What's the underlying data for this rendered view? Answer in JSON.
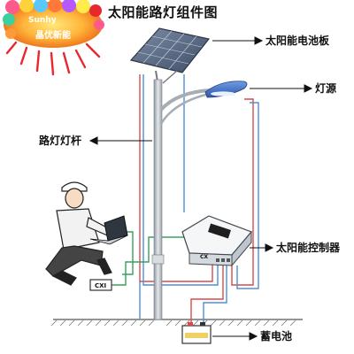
{
  "diagram": {
    "title": "太阳能路灯组件图",
    "labels": {
      "solar_panel": "太阳能电池板",
      "light_source": "灯源",
      "lamp_pole": "路灯灯杆",
      "controller": "太阳能控制器",
      "battery": "蓄电池"
    },
    "device_labels": {
      "controller_tag": "CX",
      "tool_tag": "CXI"
    },
    "logo": {
      "top_text": "Sunhy",
      "bottom_text": "晶优新能"
    },
    "colors": {
      "wire_red": "#d84a4a",
      "wire_blue": "#4a8fd8",
      "wire_green": "#3aa05a",
      "panel": "#5a6b85",
      "pole": "#b8bec6",
      "lamp_head": "#3f6fc9"
    }
  }
}
